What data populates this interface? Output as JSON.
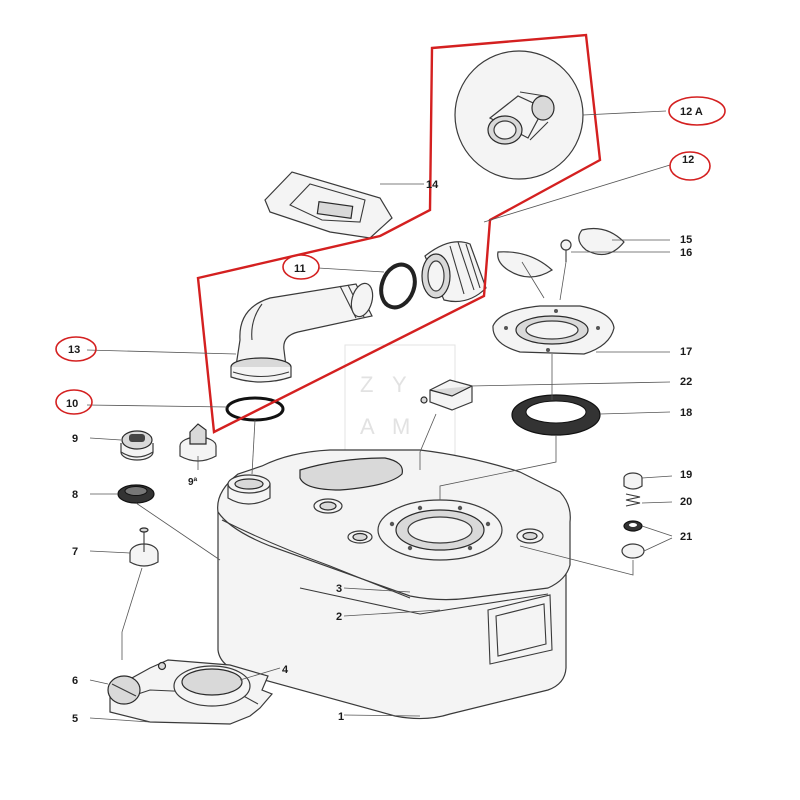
{
  "diagram": {
    "watermark": [
      "Z",
      "Y",
      "A",
      "M"
    ],
    "callouts": {
      "c1": "1",
      "c2": "2",
      "c3": "3",
      "c4": "4",
      "c5": "5",
      "c6": "6",
      "c7": "7",
      "c8": "8",
      "c9": "9",
      "c9a": "9ª",
      "c10": "10",
      "c11": "11",
      "c12": "12",
      "c12a": "12 A",
      "c13": "13",
      "c14": "14",
      "c15": "15",
      "c16": "16",
      "c17": "17",
      "c18": "18",
      "c19": "19",
      "c20": "20",
      "c21": "21",
      "c22": "22"
    },
    "colors": {
      "highlight": "#d42020",
      "line": "#3a3a3a",
      "label": "#1a1a1a"
    }
  }
}
